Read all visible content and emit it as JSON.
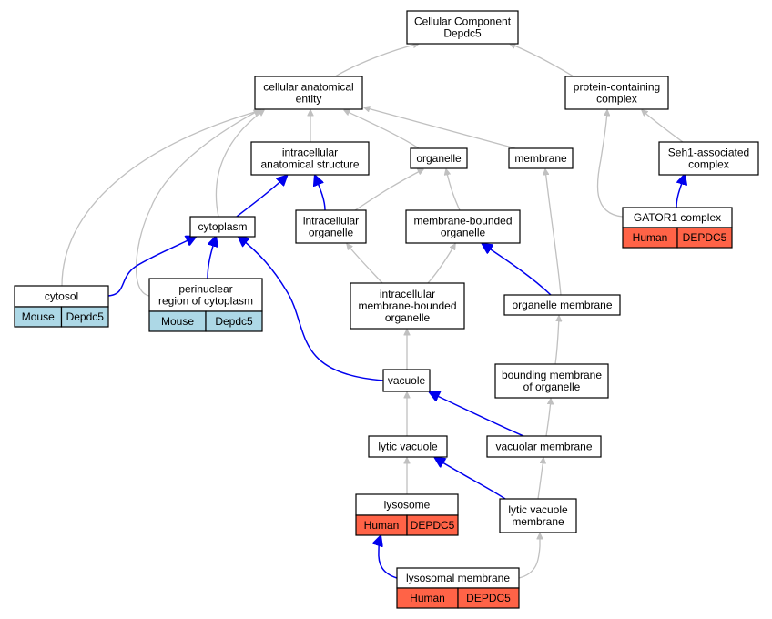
{
  "colors": {
    "human": "#ff6347",
    "mouse": "#add8e6",
    "is_a_edge": "#c0c0c0",
    "part_of_edge": "#0000ee"
  },
  "nodes": {
    "root": {
      "lines": [
        "Cellular Component",
        "Depdc5"
      ]
    },
    "cae": {
      "lines": [
        "cellular anatomical",
        "entity"
      ]
    },
    "pcc": {
      "lines": [
        "protein-containing",
        "complex"
      ]
    },
    "ias": {
      "lines": [
        "intracellular",
        "anatomical structure"
      ]
    },
    "organelle": {
      "lines": [
        "organelle"
      ]
    },
    "membrane": {
      "lines": [
        "membrane"
      ]
    },
    "seh1": {
      "lines": [
        "Seh1-associated",
        "complex"
      ]
    },
    "cytoplasm": {
      "lines": [
        "cytoplasm"
      ]
    },
    "io": {
      "lines": [
        "intracellular",
        "organelle"
      ]
    },
    "mbo": {
      "lines": [
        "membrane-bounded",
        "organelle"
      ]
    },
    "gator1": {
      "lines": [
        "GATOR1 complex"
      ],
      "annotation": [
        "Human",
        "DEPDC5"
      ]
    },
    "cytosol": {
      "lines": [
        "cytosol"
      ],
      "annotation": [
        "Mouse",
        "Depdc5"
      ]
    },
    "perinuclear": {
      "lines": [
        "perinuclear",
        "region of cytoplasm"
      ],
      "annotation": [
        "Mouse",
        "Depdc5"
      ]
    },
    "imbo": {
      "lines": [
        "intracellular",
        "membrane-bounded",
        "organelle"
      ]
    },
    "om": {
      "lines": [
        "organelle membrane"
      ]
    },
    "vacuole": {
      "lines": [
        "vacuole"
      ]
    },
    "bmo": {
      "lines": [
        "bounding membrane",
        "of organelle"
      ]
    },
    "lv": {
      "lines": [
        "lytic vacuole"
      ]
    },
    "vm": {
      "lines": [
        "vacuolar membrane"
      ]
    },
    "lysosome": {
      "lines": [
        "lysosome"
      ],
      "annotation": [
        "Human",
        "DEPDC5"
      ]
    },
    "lvm": {
      "lines": [
        "lytic vacuole",
        "membrane"
      ]
    },
    "lm": {
      "lines": [
        "lysosomal membrane"
      ],
      "annotation": [
        "Human",
        "DEPDC5"
      ]
    }
  },
  "edges": [
    {
      "from": "cae",
      "to": "root",
      "relation": "is_a"
    },
    {
      "from": "pcc",
      "to": "root",
      "relation": "is_a"
    },
    {
      "from": "ias",
      "to": "cae",
      "relation": "is_a"
    },
    {
      "from": "organelle",
      "to": "cae",
      "relation": "is_a"
    },
    {
      "from": "membrane",
      "to": "cae",
      "relation": "is_a"
    },
    {
      "from": "cytosol",
      "to": "cae",
      "relation": "is_a"
    },
    {
      "from": "perinuclear",
      "to": "cae",
      "relation": "is_a"
    },
    {
      "from": "cytoplasm",
      "to": "cae",
      "relation": "is_a"
    },
    {
      "from": "seh1",
      "to": "pcc",
      "relation": "is_a"
    },
    {
      "from": "gator1",
      "to": "pcc",
      "relation": "is_a"
    },
    {
      "from": "gator1",
      "to": "seh1",
      "relation": "part_of"
    },
    {
      "from": "cytoplasm",
      "to": "ias",
      "relation": "part_of"
    },
    {
      "from": "io",
      "to": "ias",
      "relation": "part_of"
    },
    {
      "from": "io",
      "to": "organelle",
      "relation": "is_a"
    },
    {
      "from": "mbo",
      "to": "organelle",
      "relation": "is_a"
    },
    {
      "from": "cytosol",
      "to": "cytoplasm",
      "relation": "part_of"
    },
    {
      "from": "perinuclear",
      "to": "cytoplasm",
      "relation": "part_of"
    },
    {
      "from": "vacuole",
      "to": "cytoplasm",
      "relation": "part_of"
    },
    {
      "from": "imbo",
      "to": "io",
      "relation": "is_a"
    },
    {
      "from": "imbo",
      "to": "mbo",
      "relation": "is_a"
    },
    {
      "from": "om",
      "to": "mbo",
      "relation": "part_of"
    },
    {
      "from": "om",
      "to": "membrane",
      "relation": "is_a"
    },
    {
      "from": "vacuole",
      "to": "imbo",
      "relation": "is_a"
    },
    {
      "from": "bmo",
      "to": "om",
      "relation": "is_a"
    },
    {
      "from": "vm",
      "to": "vacuole",
      "relation": "part_of"
    },
    {
      "from": "vm",
      "to": "bmo",
      "relation": "is_a"
    },
    {
      "from": "lv",
      "to": "vacuole",
      "relation": "is_a"
    },
    {
      "from": "lvm",
      "to": "lv",
      "relation": "part_of"
    },
    {
      "from": "lvm",
      "to": "vm",
      "relation": "is_a"
    },
    {
      "from": "lysosome",
      "to": "lv",
      "relation": "is_a"
    },
    {
      "from": "lm",
      "to": "lysosome",
      "relation": "part_of"
    },
    {
      "from": "lm",
      "to": "lvm",
      "relation": "is_a"
    }
  ]
}
